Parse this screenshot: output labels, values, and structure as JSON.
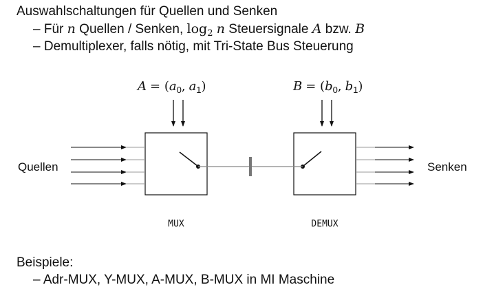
{
  "heading": "Auswahlschaltungen für Quellen und Senken",
  "bullets": [
    {
      "dash": "–",
      "p1": "Für",
      "n": "n",
      "p2": "Quellen / Senken,",
      "log": "log",
      "logsub": "2",
      "n2": "n",
      "p3": "Steuersignale",
      "A": "A",
      "p4": "bzw.",
      "B": "B"
    },
    {
      "dash": "–",
      "text": "Demultiplexer, falls nötig, mit Tri-State Bus Steuerung"
    }
  ],
  "diagram": {
    "mux_control": {
      "var": "A",
      "eq": "= (",
      "a": "a",
      "s0": "0",
      "sep": ",",
      "s1": "1",
      "close": ")"
    },
    "demux_control": {
      "var": "B",
      "eq": "= (",
      "b": "b",
      "s0": "0",
      "sep": ",",
      "s1": "1",
      "close": ")"
    },
    "sources_label": "Quellen",
    "sinks_label": "Senken",
    "mux_label": "MUX",
    "demux_label": "DEMUX"
  },
  "examples_heading": "Beispiele:",
  "examples": [
    {
      "dash": "–",
      "text": "Adr-MUX, Y-MUX, A-MUX, B-MUX in MI Maschine"
    }
  ]
}
